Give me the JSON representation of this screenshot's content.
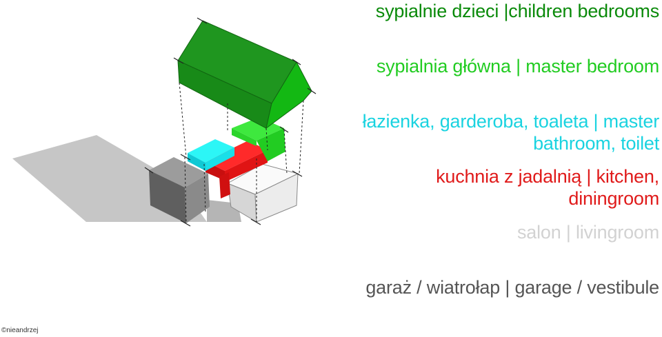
{
  "legend": {
    "children": {
      "text": "sypialnie dzieci |children bedrooms",
      "color": "#0a8a0a"
    },
    "master": {
      "text": "sypialnia główna | master bedroom",
      "color": "#22cc22"
    },
    "bath": {
      "line1": "łazienka, garderoba, toaleta | master",
      "line2": "bathroom, toilet",
      "color": "#1ad3e0"
    },
    "kitchen": {
      "line1": "kuchnia z jadalnią | kitchen,",
      "line2": "diningroom",
      "color": "#e01a1a"
    },
    "living": {
      "text": "salon | livingroom",
      "color": "#d2d2d2"
    },
    "garage": {
      "text": "garaż / wiatrołap | garage / vestibule",
      "color": "#555555"
    }
  },
  "credit": "©nieandrzej",
  "colors": {
    "roof_dark": "#1b8f1b",
    "roof_light": "#16b816",
    "master_green": "#33e033",
    "cyan": "#22f0f0",
    "red": "#ee1111",
    "living": "#f2f2f2",
    "garage": "#6e6e6e",
    "shadow": "#c8c8c8"
  }
}
